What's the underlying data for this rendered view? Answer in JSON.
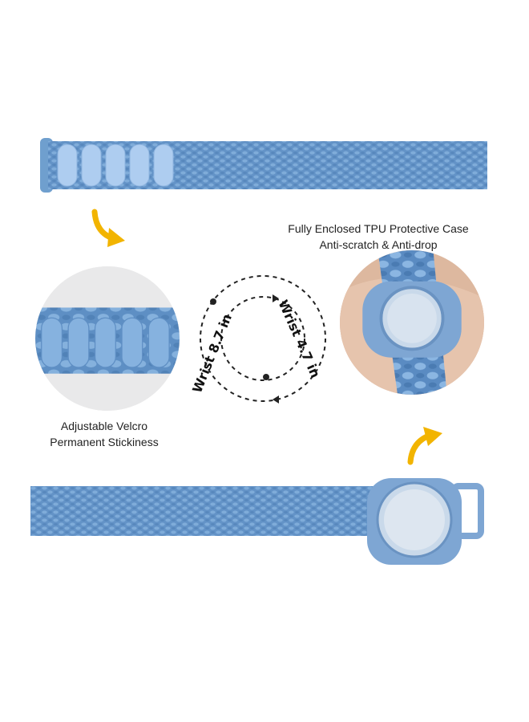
{
  "product": {
    "case_caption_line1": "Fully Enclosed TPU Protective Case",
    "case_caption_line2": "Anti-scratch & Anti-drop",
    "velcro_caption_line1": "Adjustable Velcro",
    "velcro_caption_line2": "Permanent Stickiness",
    "outer_size_label": "Wrist 8.7 in",
    "inner_size_label": "Wrist 4.7 in"
  },
  "colors": {
    "strap_blue": "#6f9fce",
    "velcro_pad": "#aecdf0",
    "arrow_yellow": "#f2b400",
    "case_blue": "#7ea6d3"
  },
  "icons": {
    "top_arrow": "curved-arrow-down-icon",
    "bottom_arrow": "curved-arrow-up-icon",
    "size_dial": "dashed-circle-arrow-icon"
  }
}
